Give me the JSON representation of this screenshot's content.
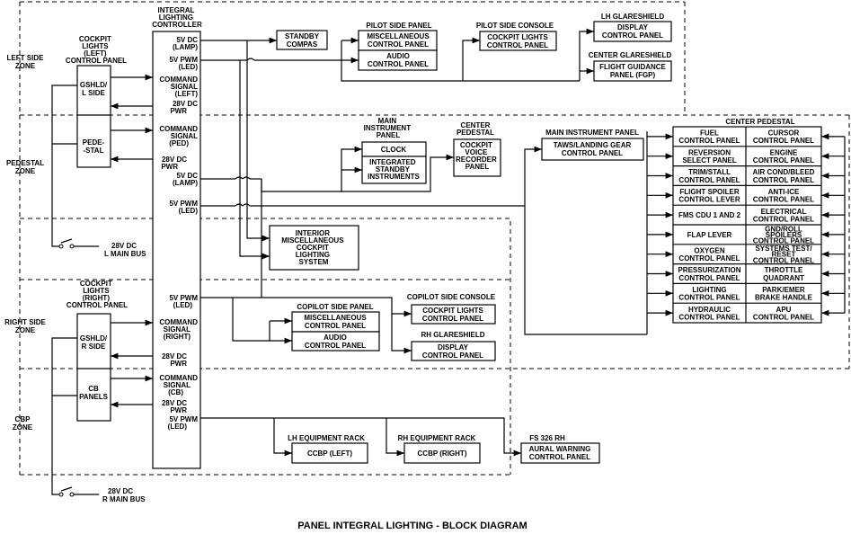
{
  "title": "PANEL INTEGRAL LIGHTING - BLOCK DIAGRAM",
  "zones": {
    "left_side": [
      "LEFT SIDE",
      "ZONE"
    ],
    "pedestal": [
      "PEDESTAL",
      "ZONE"
    ],
    "right_side": [
      "RIGHT SIDE",
      "ZONE"
    ],
    "cbp": [
      "CBP",
      "ZONE"
    ]
  },
  "controller": {
    "title": [
      "INTEGRAL",
      "LIGHTING",
      "CONTROLLER"
    ],
    "ports": {
      "lamp_left": [
        "5V DC",
        "(LAMP)"
      ],
      "led_left": [
        "5V PWM",
        "(LED)"
      ],
      "cmd_left": [
        "COMMAND",
        "SIGNAL",
        "(LEFT)"
      ],
      "pwr_left": [
        "28V DC",
        "PWR"
      ],
      "cmd_ped": [
        "COMMAND",
        "SIGNAL",
        "(PED)"
      ],
      "pwr_ped": [
        "28V DC",
        "PWR"
      ],
      "lamp_ped": [
        "5V DC",
        "(LAMP)"
      ],
      "led_ped": [
        "5V PWM",
        "(LED)"
      ],
      "led_right": [
        "5V PWM",
        "(LED)"
      ],
      "cmd_right": [
        "COMMAND",
        "SIGNAL",
        "(RIGHT)"
      ],
      "pwr_right": [
        "28V DC",
        "PWR"
      ],
      "cmd_cb": [
        "COMMAND",
        "SIGNAL",
        "(CB)"
      ],
      "pwr_cb": [
        "28V DC",
        "PWR"
      ],
      "led_cbp": [
        "5V PWM",
        "(LED)"
      ]
    }
  },
  "left_panel": {
    "heading": [
      "COCKPIT",
      "LIGHTS",
      "(LEFT)",
      "CONTROL PANEL"
    ],
    "gshld": [
      "GSHLD/",
      "L SIDE"
    ],
    "pedestal": [
      "PEDE-",
      "-STAL"
    ]
  },
  "right_panel": {
    "heading": [
      "COCKPIT",
      "LIGHTS",
      "(RIGHT)",
      "CONTROL PANEL"
    ],
    "gshld": [
      "GSHLD/",
      "R SIDE"
    ],
    "cb": [
      "CB",
      "PANELS"
    ]
  },
  "buses": {
    "left": [
      "28V DC",
      "L MAIN BUS"
    ],
    "right": [
      "28V DC",
      "R MAIN BUS"
    ]
  },
  "standby_compas": [
    "STANDBY",
    "COMPAS"
  ],
  "pilot_side_panel": {
    "heading": "PILOT SIDE PANEL",
    "misc": [
      "MISCELLANEOUS",
      "CONTROL PANEL"
    ],
    "audio": [
      "AUDIO",
      "CONTROL PANEL"
    ]
  },
  "pilot_side_console": {
    "heading": "PILOT SIDE CONSOLE",
    "box": [
      "COCKPIT LIGHTS",
      "CONTROL PANEL"
    ]
  },
  "lh_glareshield": {
    "heading": "LH GLARESHIELD",
    "box": [
      "DISPLAY",
      "CONTROL PANEL"
    ]
  },
  "center_glareshield": {
    "heading": "CENTER GLARESHIELD",
    "box": [
      "FLIGHT GUIDANCE",
      "PANEL (FGP)"
    ]
  },
  "main_instrument_panel_left": {
    "heading": [
      "MAIN",
      "INSTRUMENT",
      "PANEL"
    ],
    "clock": "CLOCK",
    "standby": [
      "INTEGRATED",
      "STANDBY",
      "INSTRUMENTS"
    ]
  },
  "cvr": {
    "heading": [
      "CENTER",
      "PEDESTAL"
    ],
    "box": [
      "COCKPIT",
      "VOICE",
      "RECORDER",
      "PANEL"
    ]
  },
  "main_instrument_panel_right": {
    "heading": "MAIN INSTRUMENT PANEL",
    "box": [
      "TAWS/LANDING GEAR",
      "CONTROL PANEL"
    ]
  },
  "center_pedestal": {
    "heading": "CENTER PEDESTAL",
    "left_col": [
      [
        "FUEL",
        "CONTROL PANEL"
      ],
      [
        "REVERSION",
        "SELECT PANEL"
      ],
      [
        "TRIM/STALL",
        "CONTROL PANEL"
      ],
      [
        "FLIGHT SPOILER",
        "CONTROL LEVER"
      ],
      [
        "FMS CDU 1 AND 2"
      ],
      [
        "FLAP LEVER"
      ],
      [
        "OXYGEN",
        "CONTROL PANEL"
      ],
      [
        "PRESSURIZATION",
        "CONTROL PANEL"
      ],
      [
        "LIGHTING",
        "CONTROL PANEL"
      ],
      [
        "HYDRAULIC",
        "CONTROL PANEL"
      ]
    ],
    "right_col": [
      [
        "CURSOR",
        "CONTROL PANEL"
      ],
      [
        "ENGINE",
        "CONTROL PANEL"
      ],
      [
        "AIR COND/BLEED",
        "CONTROL PANEL"
      ],
      [
        "ANTI-ICE",
        "CONTROL PANEL"
      ],
      [
        "ELECTRICAL",
        "CONTROL PANEL"
      ],
      [
        "GND/ROLL",
        "SPOILERS",
        "CONTROL PANEL"
      ],
      [
        "SYSTEMS TEST/",
        "RESET",
        "CONTROL PANEL"
      ],
      [
        "THROTTLE",
        "QUADRANT"
      ],
      [
        "PARK/EMER",
        "BRAKE HANDLE"
      ],
      [
        "APU",
        "CONTROL PANEL"
      ]
    ]
  },
  "interior_misc": [
    "INTERIOR",
    "MISCELLANEOUS",
    "COCKPIT",
    "LIGHTING",
    "SYSTEM"
  ],
  "copilot_side_panel": {
    "heading": "COPILOT SIDE PANEL",
    "misc": [
      "MISCELLANEOUS",
      "CONTROL PANEL"
    ],
    "audio": [
      "AUDIO",
      "CONTROL PANEL"
    ]
  },
  "copilot_side_console": {
    "heading": "COPILOT SIDE CONSOLE",
    "box": [
      "COCKPIT LIGHTS",
      "CONTROL PANEL"
    ]
  },
  "rh_glareshield": {
    "heading": "RH GLARESHIELD",
    "box": [
      "DISPLAY",
      "CONTROL PANEL"
    ]
  },
  "lh_equipment_rack": {
    "heading": "LH EQUIPMENT RACK",
    "box": "CCBP (LEFT)"
  },
  "rh_equipment_rack": {
    "heading": "RH EQUIPMENT RACK",
    "box": "CCBP (RIGHT)"
  },
  "fs326": {
    "heading": "FS 326 RH",
    "box": [
      "AURAL WARNING",
      "CONTROL PANEL"
    ]
  }
}
